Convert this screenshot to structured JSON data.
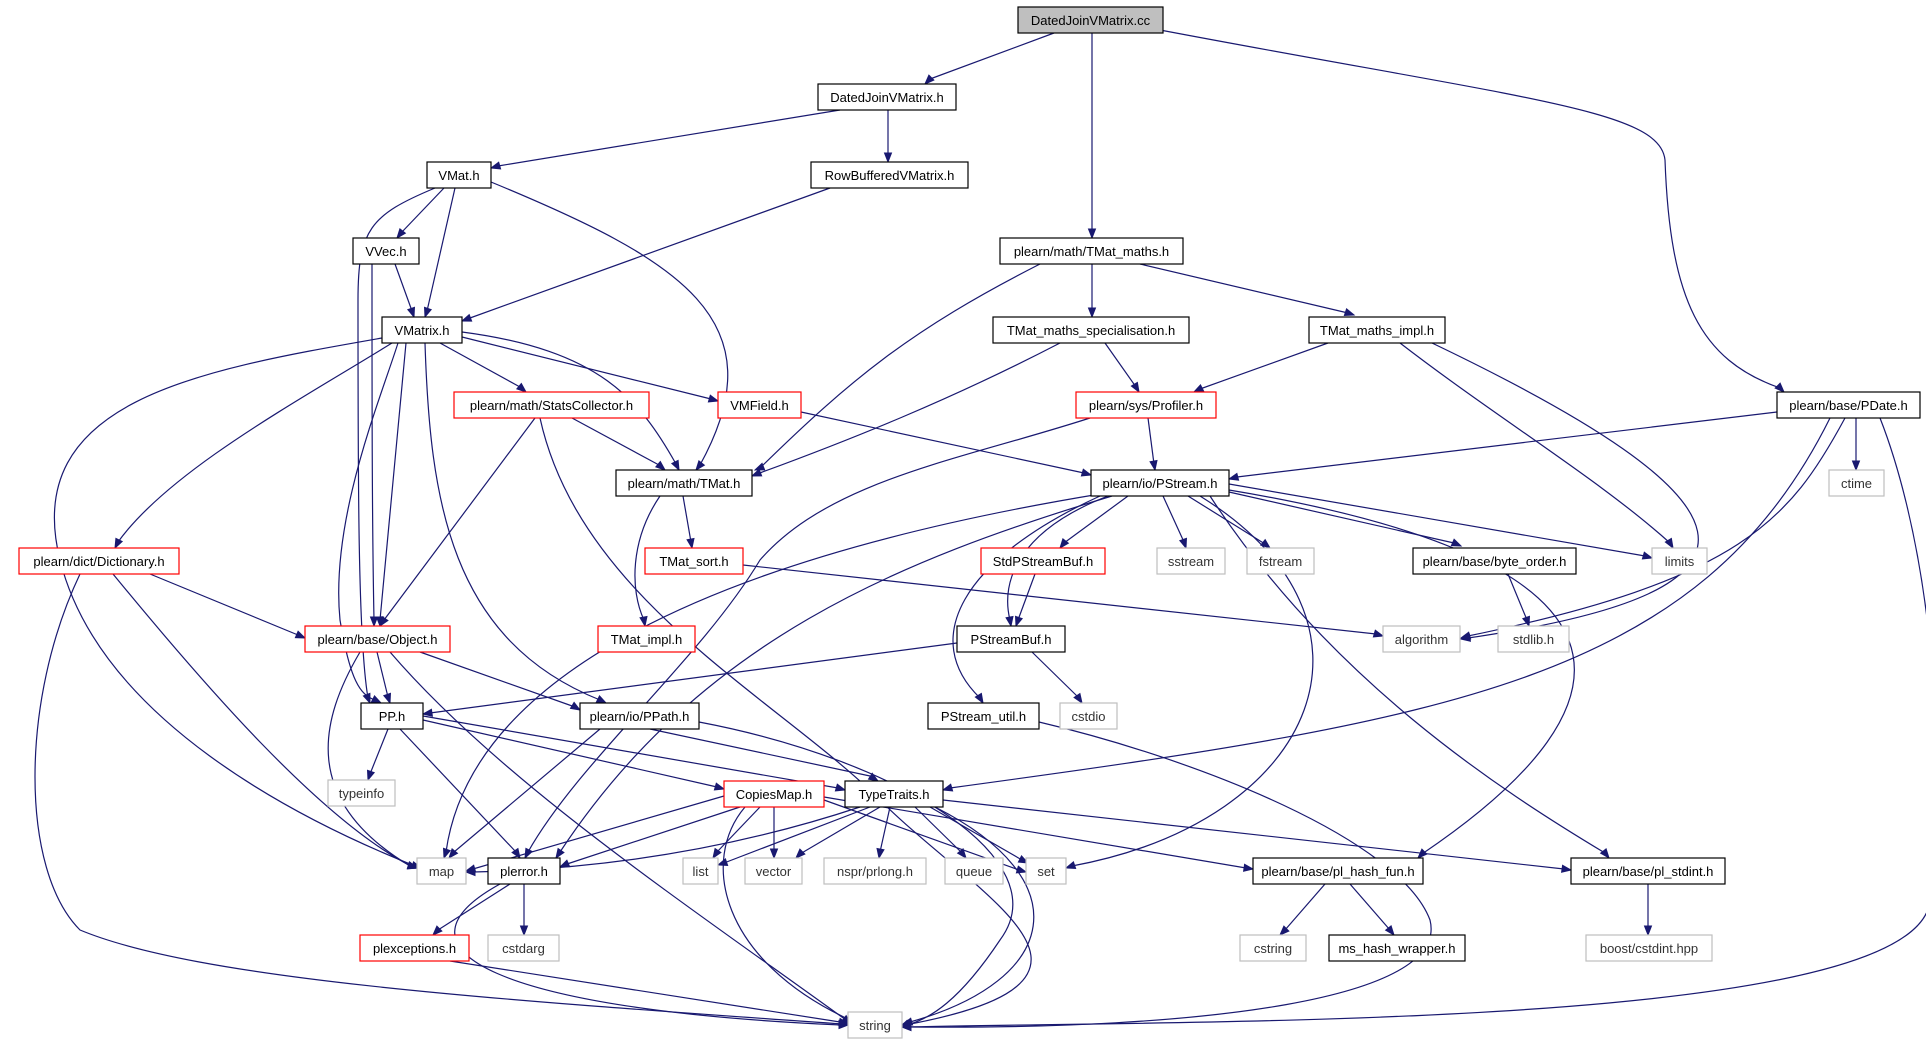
{
  "colors": {
    "edge": "#191970",
    "root_fill": "#bfbfbf",
    "internal_border": "#000000",
    "truncated_border": "#ff0000",
    "system_border": "#bfbfbf",
    "text": "#000000"
  },
  "nodes": {
    "root": "DatedJoinVMatrix.cc",
    "djv": "DatedJoinVMatrix.h",
    "vmat": "VMat.h",
    "rbv": "RowBufferedVMatrix.h",
    "vvec": "VVec.h",
    "vmatrix": "VMatrix.h",
    "tmaths": "plearn/math/TMat_maths.h",
    "tmspec": "TMat_maths_specialisation.h",
    "tmimpl": "TMat_maths_impl.h",
    "stats": "plearn/math/StatsCollector.h",
    "vmfield": "VMField.h",
    "profiler": "plearn/sys/Profiler.h",
    "pdate": "plearn/base/PDate.h",
    "tmat": "plearn/math/TMat.h",
    "pstream": "plearn/io/PStream.h",
    "ctime": "ctime",
    "dict": "plearn/dict/Dictionary.h",
    "tsort": "TMat_sort.h",
    "stdpsb": "StdPStreamBuf.h",
    "sstream": "sstream",
    "fstream": "fstream",
    "byteorder": "plearn/base/byte_order.h",
    "limits": "limits",
    "object": "plearn/base/Object.h",
    "tmatimpl": "TMat_impl.h",
    "psbuf": "PStreamBuf.h",
    "algorithm": "algorithm",
    "stdlib": "stdlib.h",
    "pp": "PP.h",
    "ppath": "plearn/io/PPath.h",
    "putil": "PStream_util.h",
    "cstdio": "cstdio",
    "typeinfo": "typeinfo",
    "copies": "CopiesMap.h",
    "typetraits": "TypeTraits.h",
    "map": "map",
    "plerror": "plerror.h",
    "list": "list",
    "vector": "vector",
    "nsprlong": "nspr/prlong.h",
    "queue": "queue",
    "set": "set",
    "hashfun": "plearn/base/pl_hash_fun.h",
    "stdint": "plearn/base/pl_stdint.h",
    "plexc": "plexceptions.h",
    "cstdarg": "cstdarg",
    "cstring": "cstring",
    "mshash": "ms_hash_wrapper.h",
    "boostint": "boost/cstdint.hpp",
    "string": "string"
  }
}
